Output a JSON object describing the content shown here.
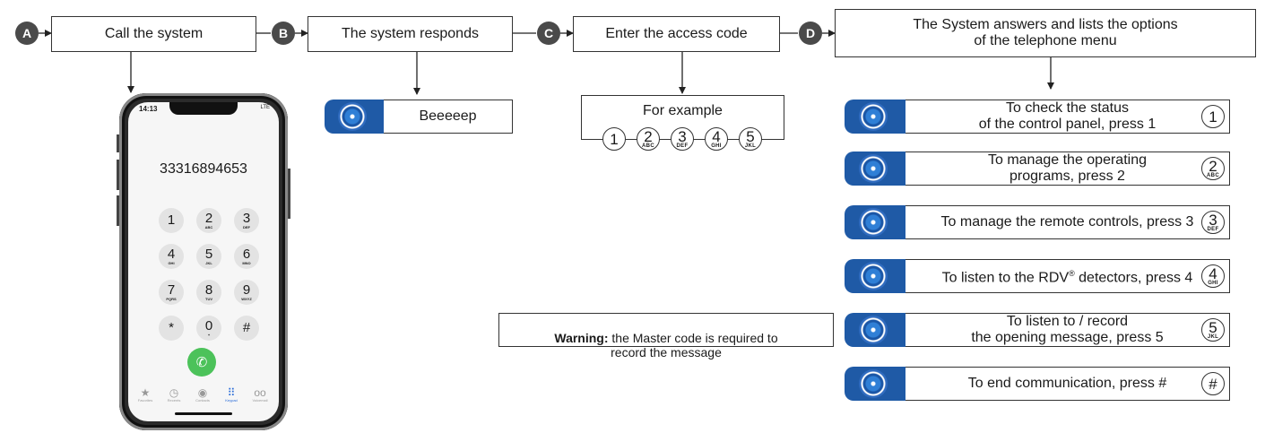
{
  "steps": [
    {
      "letter": "A",
      "text": "Call the system"
    },
    {
      "letter": "B",
      "text": "The system responds"
    },
    {
      "letter": "C",
      "text": "Enter the access code"
    },
    {
      "letter": "D",
      "text": "The System answers and lists the options\nof the telephone menu"
    }
  ],
  "beep": {
    "text": "Beeeeep"
  },
  "example": {
    "title": "For example",
    "keys": [
      {
        "num": "1",
        "letters": ""
      },
      {
        "num": "2",
        "letters": "ABC"
      },
      {
        "num": "3",
        "letters": "DEF"
      },
      {
        "num": "4",
        "letters": "GHI"
      },
      {
        "num": "5",
        "letters": "JKL"
      }
    ]
  },
  "options": [
    {
      "text": "To check the status\nof the control panel, press 1",
      "key": "1",
      "letters": ""
    },
    {
      "text": "To manage the operating\nprograms, press 2",
      "key": "2",
      "letters": "ABC"
    },
    {
      "text": "To manage the remote controls, press 3",
      "key": "3",
      "letters": "DEF"
    },
    {
      "text_pre": "To listen to the RDV",
      "text_sup": "®",
      "text_post": " detectors, press 4",
      "key": "4",
      "letters": "GHI"
    },
    {
      "text": "To listen to / record\nthe opening message, press 5",
      "key": "5",
      "letters": "JKL"
    },
    {
      "text": "To end communication, press #",
      "key": "#",
      "letters": ""
    }
  ],
  "warning": {
    "bold": "Warning:",
    "rest": " the Master code is required to\nrecord the message"
  },
  "phone": {
    "time": "14:13",
    "signal": "LTE",
    "number": "33316894653",
    "keypad": [
      {
        "n": "1",
        "l": ""
      },
      {
        "n": "2",
        "l": "ABC"
      },
      {
        "n": "3",
        "l": "DEF"
      },
      {
        "n": "4",
        "l": "GHI"
      },
      {
        "n": "5",
        "l": "JKL"
      },
      {
        "n": "6",
        "l": "MNO"
      },
      {
        "n": "7",
        "l": "PQRS"
      },
      {
        "n": "8",
        "l": "TUV"
      },
      {
        "n": "9",
        "l": "WXYZ"
      },
      {
        "n": "*",
        "l": ""
      },
      {
        "n": "0",
        "l": "+"
      },
      {
        "n": "#",
        "l": ""
      }
    ],
    "tabs": [
      {
        "icon": "★",
        "label": "Favorites"
      },
      {
        "icon": "◷",
        "label": "Recents"
      },
      {
        "icon": "◉",
        "label": "Contacts"
      },
      {
        "icon": "⠿",
        "label": "Keypad"
      },
      {
        "icon": "oo",
        "label": "Voicemail"
      }
    ],
    "call_icon": "✆"
  },
  "colors": {
    "accent": "#1f5aa6",
    "step_badge": "#4a4a4a",
    "call": "#4cc25a"
  }
}
